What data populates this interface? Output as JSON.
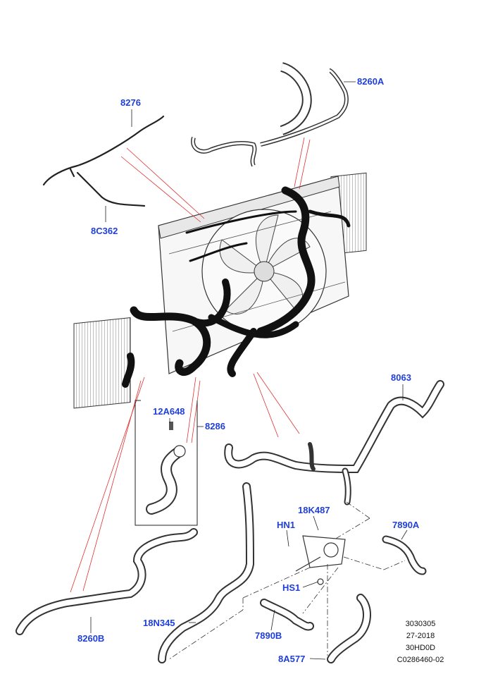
{
  "labels": {
    "l8276": "8276",
    "l8C362": "8C362",
    "l8260A": "8260A",
    "l8063": "8063",
    "l12A648": "12A648",
    "l8286": "8286",
    "l18K487": "18K487",
    "lHN1": "HN1",
    "l7890A": "7890A",
    "lHS1": "HS1",
    "l18N345": "18N345",
    "l8260B": "8260B",
    "l7890B": "7890B",
    "l8A577": "8A577"
  },
  "reference": {
    "line1": "3030305",
    "line2": "27-2018",
    "line3": "30HD0D",
    "line4": "C0286460-02"
  },
  "colors": {
    "label": "#1f3fd8",
    "leader": "#e03030",
    "hose": "#111111",
    "outline": "#222222"
  }
}
